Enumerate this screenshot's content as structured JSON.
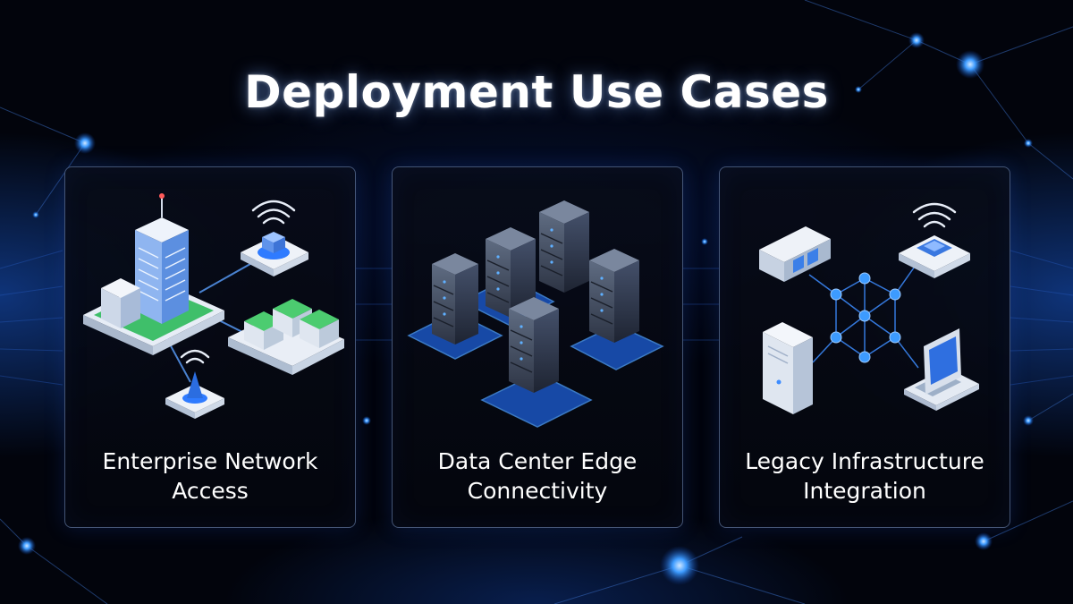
{
  "title": "Deployment Use Cases",
  "cards": [
    {
      "label_line1": "Enterprise Network",
      "label_line2": "Access",
      "icon": "enterprise-building-network-icon"
    },
    {
      "label_line1": "Data Center Edge",
      "label_line2": "Connectivity",
      "icon": "server-racks-icon"
    },
    {
      "label_line1": "Legacy Infrastructure",
      "label_line2": "Integration",
      "icon": "legacy-devices-network-icon"
    }
  ],
  "colors": {
    "background": "#02040c",
    "accent_blue": "#2f8bff",
    "glow": "#5fb0ff",
    "card_border": "#7896c8"
  }
}
